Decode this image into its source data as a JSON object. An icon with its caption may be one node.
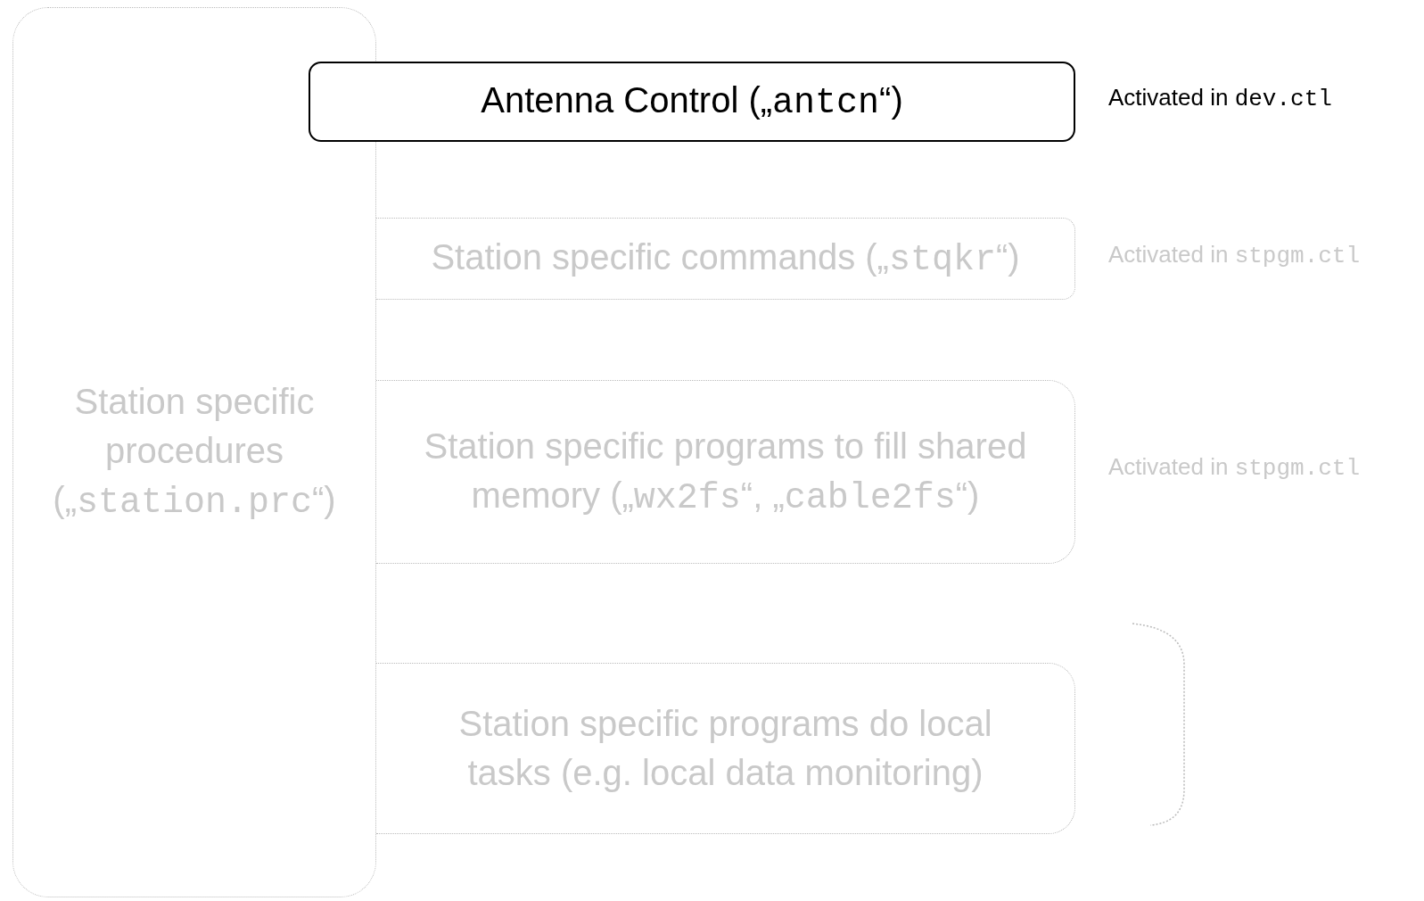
{
  "diagram": {
    "nodes": [
      {
        "text": [
          "Station specific procedures („station.prc“)"
        ]
      },
      {
        "text": [
          "Antenna Control („antcn“)"
        ],
        "beside": [
          "Activated in dev.ctl"
        ]
      },
      {
        "text": [
          "Station specific commands („stqkr“)"
        ],
        "beside": [
          "Activated in stpgm.ctl"
        ]
      },
      {
        "text": [
          "Station specific programs to fill shared memory („wx2fs“, „cable2fs“)"
        ],
        "beside": [
          "Activated in stpgm.ctl"
        ]
      },
      {
        "text": [
          "Station specific programs do local tasks (e.g. local data monitoring)"
        ]
      }
    ]
  }
}
